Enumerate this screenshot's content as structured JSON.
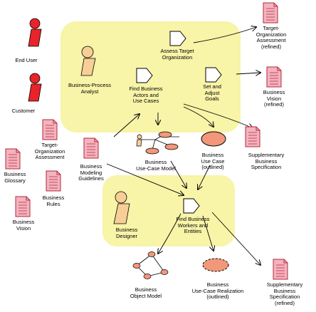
{
  "colors": {
    "highlight": "#f8f4a8",
    "actor_red": "#e8232a",
    "actor_tan": "#f7cf96",
    "doc_fill": "#f3b3bf",
    "doc_line": "#b52a3a",
    "usecase_fill": "#f2977a",
    "workflow_fill": "#ffffff",
    "arrow": "#000000"
  },
  "actors": {
    "end_user": "End User",
    "customer": "Customer",
    "process_analyst": "Business-Process\nAnalyst",
    "designer": "Business\nDesigner"
  },
  "activities": {
    "assess_target": "Assess Target\nOrganization",
    "find_actors": "Find Business\nActors and\nUse Cases",
    "set_goals": "Set and\nAdjust\nGoals",
    "find_workers": "Find Business\nWorkers and\nEntities"
  },
  "artifacts": {
    "target_assessment_refined": "Target-\nOrganization\nAssessment\n(refined)",
    "vision_refined": "Business\nVision\n(refined)",
    "target_assessment": "Target-\nOrganization\nAssessment",
    "glossary": "Business\nGlossary",
    "rules": "Business\nRules",
    "vision": "Business\nVision",
    "modeling_guidelines": "Business\nModeling\nGuidelines",
    "use_case_model": "Business\nUse-Case Model",
    "use_case_outlined": "Business\nUse Case\n(outlined)",
    "supplementary_spec": "Supplementary\nBusiness\nSpecification",
    "object_model": "Business\nObject Model",
    "realization_outlined": "Business\nUse-Case Realization\n(outlined)",
    "supplementary_spec_refined": "Supplementary\nBusiness\nSpecification\n(refined)"
  }
}
